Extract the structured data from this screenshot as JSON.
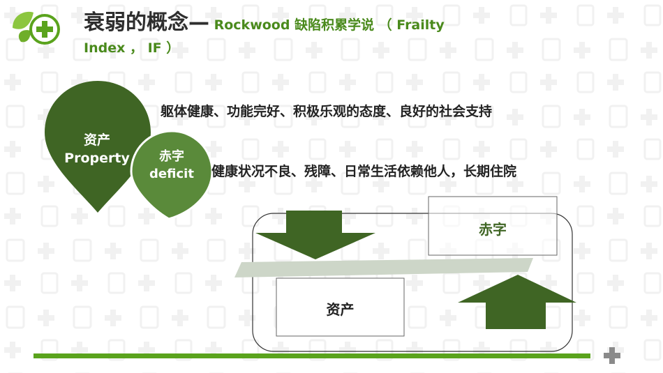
{
  "title": {
    "main": "衰弱的概念—",
    "sub_line1": " Rockwood 缺陷积累学说 （ Frailty",
    "sub_line2": "Index ， IF ）"
  },
  "property_drop": {
    "line1": "资产",
    "line2": "Property"
  },
  "deficit_drop": {
    "line1": "赤字",
    "line2": "deficit"
  },
  "property_description": "躯体健康、功能完好、积极乐观的态度、良好的社会支持",
  "deficit_description": "健康状况不良、残障、日常生活依赖他人，长期住院",
  "diagram": {
    "deficit_box_label": "赤字",
    "property_box_label": "资产"
  },
  "colors": {
    "dark_green": "#3f6524",
    "mid_green": "#5a8a3a",
    "accent_green": "#5aa31d",
    "gray_beam": "#cdd6c8"
  },
  "icons": {
    "logo": "leaf-plus-icon",
    "corner": "plus-icon"
  }
}
